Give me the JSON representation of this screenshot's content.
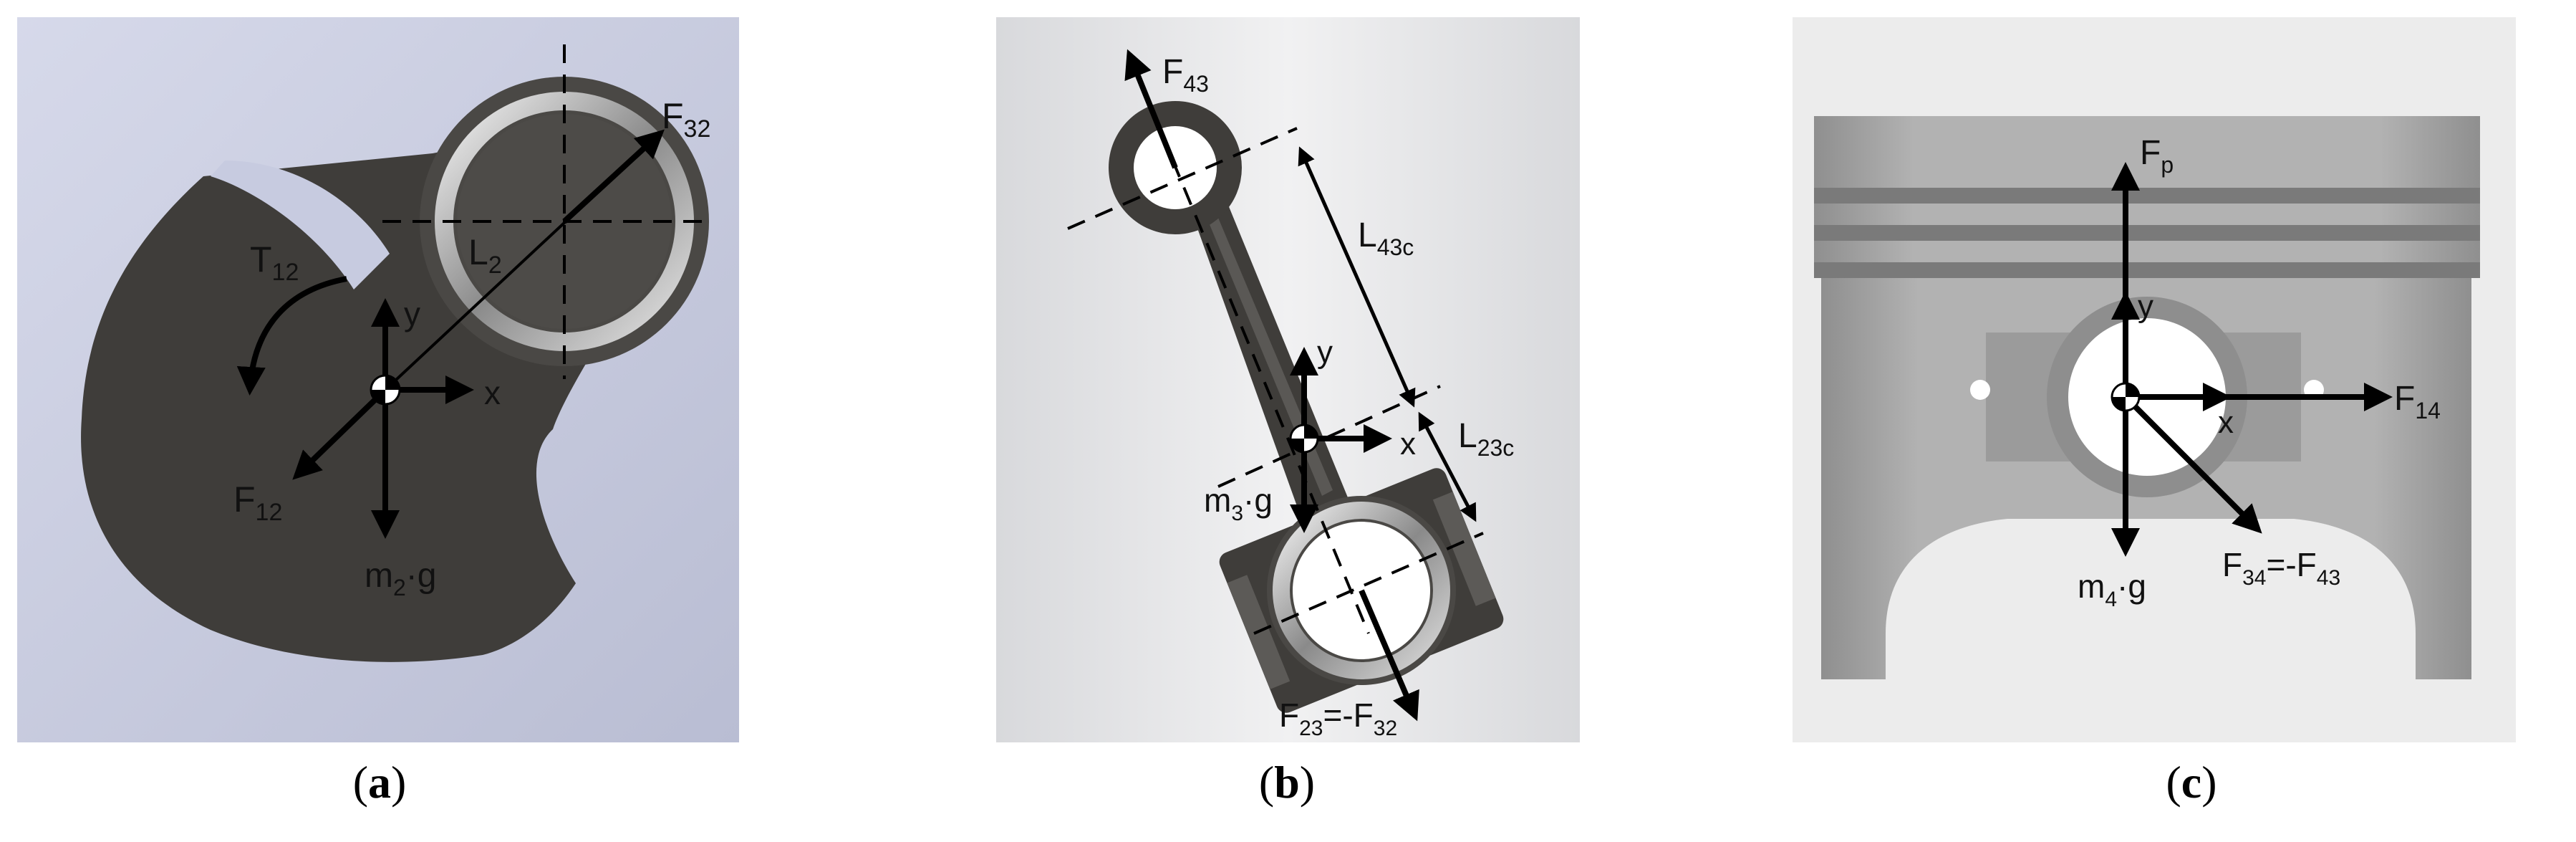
{
  "panel_a": {
    "labels": {
      "F32": {
        "main": "F",
        "sub": "32"
      },
      "L2": {
        "main": "L",
        "sub": "2"
      },
      "T12": {
        "main": "T",
        "sub": "12"
      },
      "y": {
        "main": "y"
      },
      "x": {
        "main": "x"
      },
      "F12": {
        "main": "F",
        "sub": "12"
      },
      "m2g": {
        "main": "m",
        "sub": "2",
        "tail": "·g"
      }
    },
    "caption": {
      "open": "(",
      "letter": "a",
      "close": ")"
    }
  },
  "panel_b": {
    "labels": {
      "F43": {
        "main": "F",
        "sub": "43"
      },
      "L43c": {
        "main": "L",
        "sub": "43c"
      },
      "y": {
        "main": "y"
      },
      "x": {
        "main": "x"
      },
      "L23c": {
        "main": "L",
        "sub": "23c"
      },
      "m3g": {
        "main": "m",
        "sub": "3",
        "tail": "·g"
      },
      "F23": {
        "main": "F",
        "sub": "23",
        "mid": "=-F",
        "sub2": "32"
      }
    },
    "caption": {
      "open": "(",
      "letter": "b",
      "close": ")"
    }
  },
  "panel_c": {
    "labels": {
      "Fp": {
        "main": "F",
        "sub": "p"
      },
      "y": {
        "main": "y"
      },
      "F14": {
        "main": "F",
        "sub": "14"
      },
      "x": {
        "main": "x"
      },
      "F34": {
        "main": "F",
        "sub": "34",
        "mid": "=-F",
        "sub2": "43"
      },
      "m4g": {
        "main": "m",
        "sub": "4",
        "tail": "·g"
      }
    },
    "caption": {
      "open": "(",
      "letter": "c",
      "close": ")"
    }
  },
  "colors": {
    "bg_a": "#c9cde2",
    "part_dark": "#3f3d3a",
    "bg_b": "#e2e3e6",
    "bg_c": "#ececec",
    "piston": "#a5a5a5",
    "arrow": "#000000"
  }
}
